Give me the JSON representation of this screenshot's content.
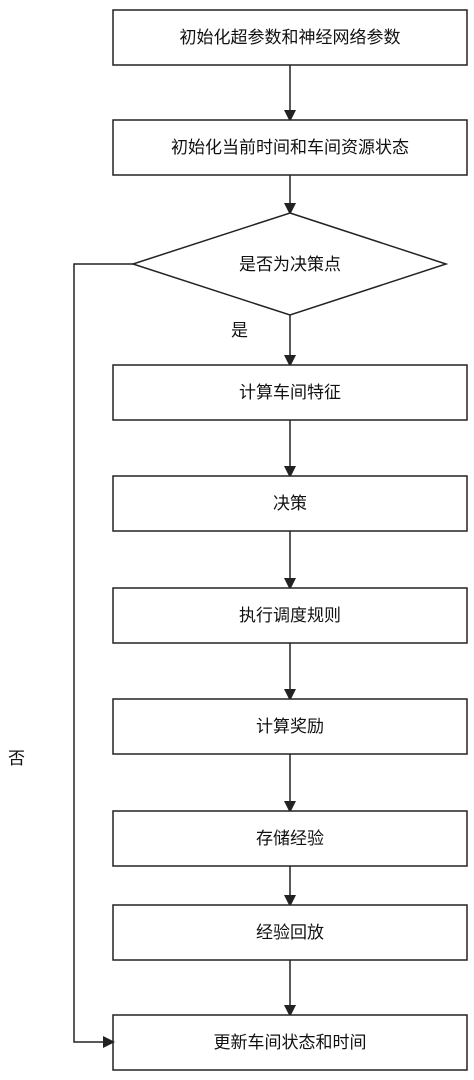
{
  "flowchart": {
    "steps": [
      "初始化超参数和神经网络参数",
      "初始化当前时间和车间资源状态",
      "计算车间特征",
      "决策",
      "执行调度规则",
      "计算奖励",
      "存储经验",
      "经验回放",
      "更新车间状态和时间"
    ],
    "decision": "是否为决策点",
    "yes_label": "是",
    "no_label": "否"
  },
  "colors": {
    "stroke": "#222222",
    "fill": "#ffffff",
    "text": "#111111"
  }
}
